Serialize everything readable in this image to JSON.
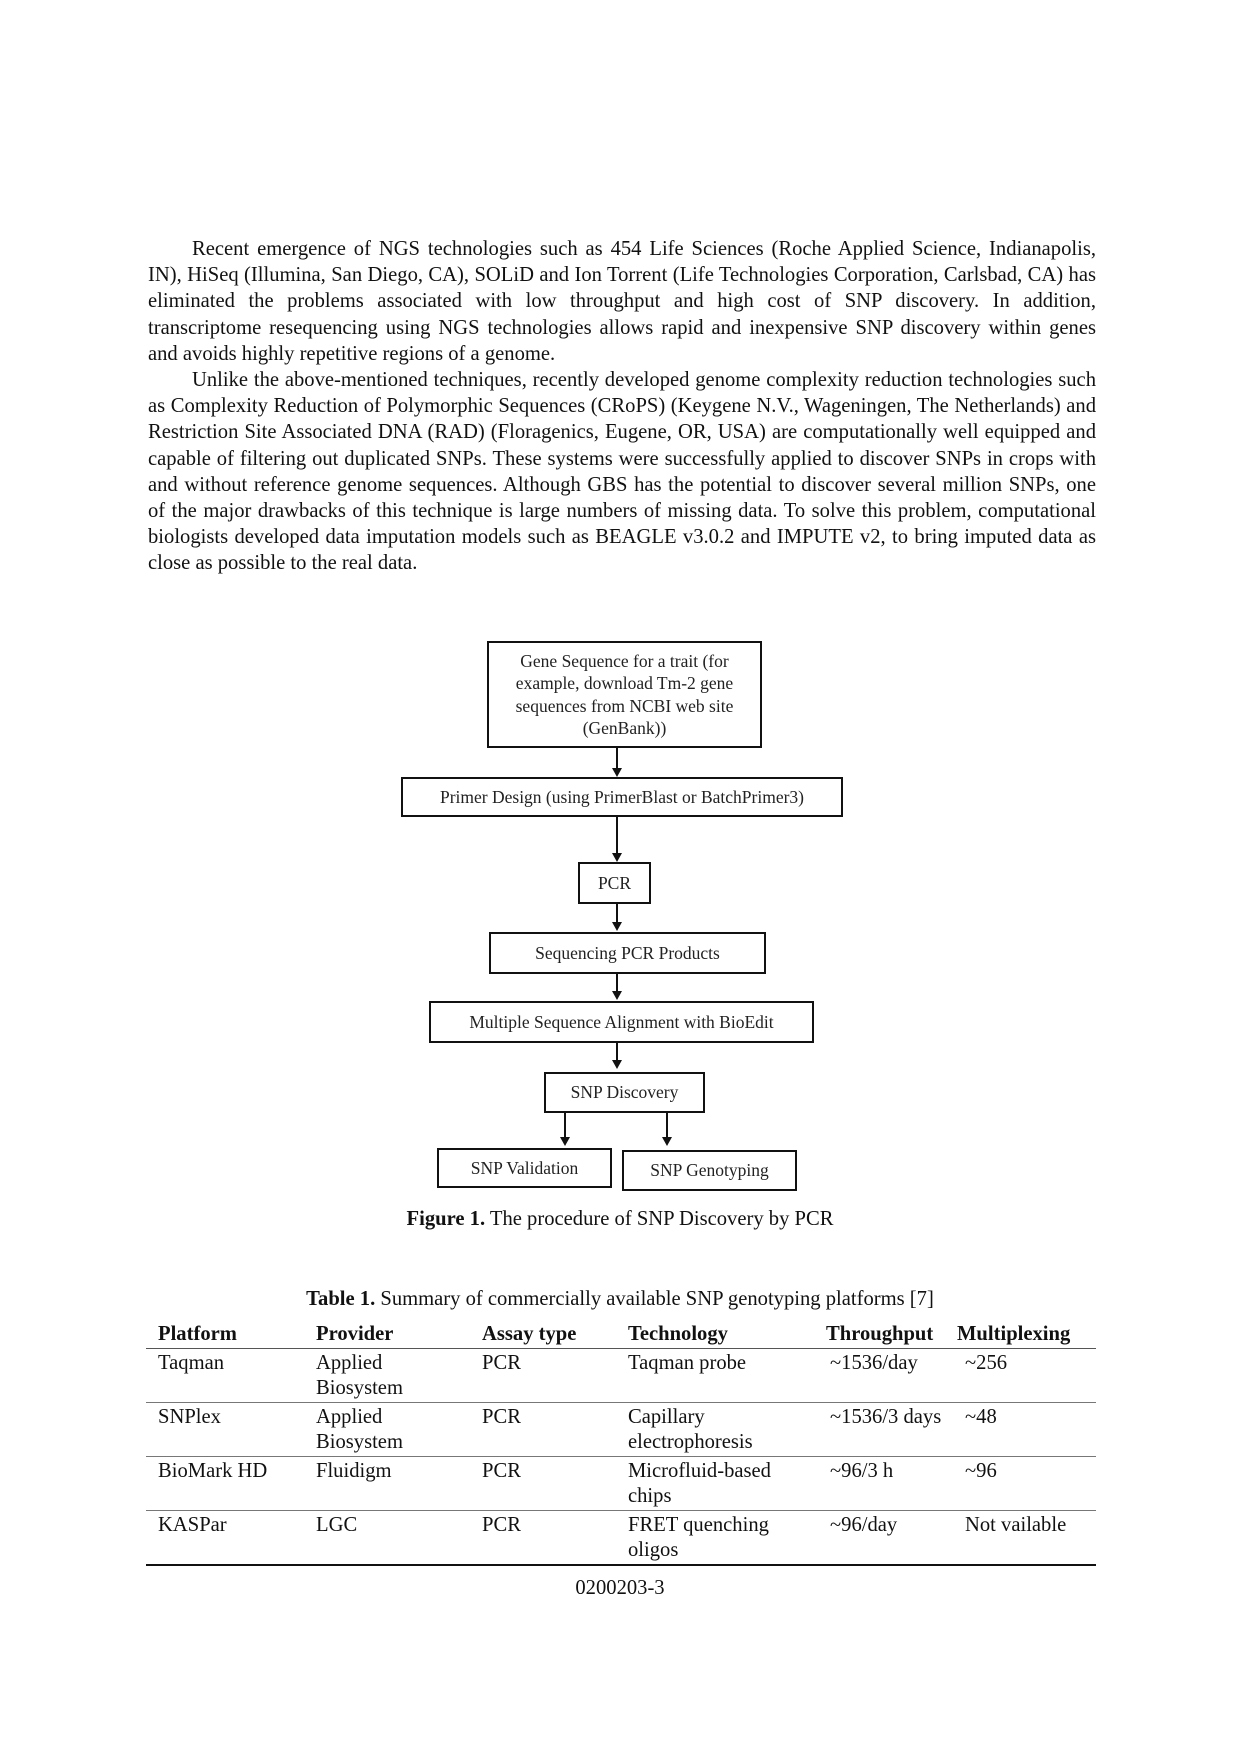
{
  "body": {
    "paragraphs": [
      "Recent emergence of NGS technologies such as 454 Life Sciences (Roche Applied Science, Indianapolis, IN), HiSeq (Illumina, San Diego, CA), SOLiD and Ion Torrent (Life Technologies Corporation, Carlsbad, CA) has eliminated the problems associated with low throughput and high cost of SNP discovery. In addition, transcriptome resequencing using NGS technologies allows rapid and inexpensive SNP discovery within genes and avoids highly repetitive regions of a genome.",
      "Unlike the above-mentioned techniques, recently developed genome complexity reduction technologies such as Complexity Reduction of Polymorphic Sequences (CRoPS) (Keygene N.V., Wageningen, The Netherlands) and Restriction Site Associated DNA (RAD) (Floragenics, Eugene, OR, USA) are computationally well equipped and capable of filtering out duplicated SNPs. These systems were successfully applied to discover SNPs in crops with and without reference genome sequences. Although GBS has the potential to discover several million SNPs, one of the major drawbacks of this technique is large numbers of missing data. To solve this problem, computational biologists developed data imputation models such as BEAGLE v3.0.2 and IMPUTE v2, to bring imputed data as close as possible to the real data."
    ]
  },
  "figure": {
    "steps": {
      "gene_sequence": "Gene Sequence for a trait (for example, download Tm-2 gene sequences from NCBI web site (GenBank))",
      "primer_design": "Primer Design (using PrimerBlast or BatchPrimer3)",
      "pcr": "PCR",
      "sequencing": "Sequencing PCR Products",
      "alignment": "Multiple Sequence Alignment with BioEdit",
      "snp_discovery": "SNP Discovery",
      "snp_validation": "SNP Validation",
      "snp_genotyping": "SNP Genotyping"
    },
    "caption_label": "Figure 1.",
    "caption_text": " The procedure of SNP Discovery by PCR"
  },
  "table": {
    "caption_label": "Table 1.",
    "caption_text": " Summary of commercially available SNP genotyping platforms [7]",
    "headers": [
      "Platform",
      "Provider",
      "Assay type",
      "Technology",
      "Throughput",
      "Multiplexing"
    ],
    "rows": [
      [
        "Taqman",
        "Applied Biosystem",
        "PCR",
        "Taqman probe",
        "~1536/day",
        "~256"
      ],
      [
        "SNPlex",
        "Applied Biosystem",
        "PCR",
        "Capillary electrophoresis",
        "~1536/3 days",
        "~48"
      ],
      [
        "BioMark HD",
        "Fluidigm",
        "PCR",
        "Microfluid-based chips",
        "~96/3 h",
        "~96"
      ],
      [
        "KASPar",
        "LGC",
        "PCR",
        "FRET quenching oligos",
        "~96/day",
        "Not vailable"
      ]
    ]
  },
  "footer": {
    "page_number": "0200203-3"
  }
}
